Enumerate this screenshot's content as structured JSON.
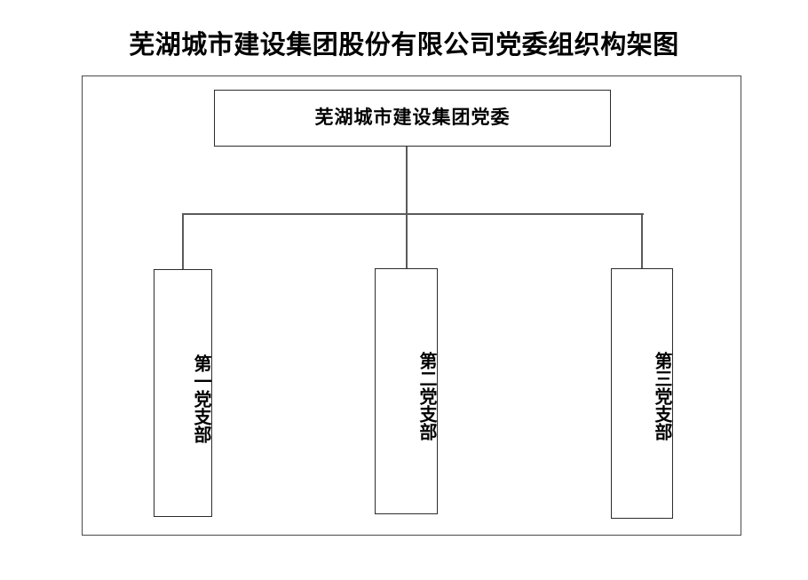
{
  "document": {
    "title": "芜湖城市建设集团股份有限公司党委组织构架图"
  },
  "org_chart": {
    "root": {
      "label": "芜湖城市建设集团党委"
    },
    "branches": [
      {
        "label": "第一党支部"
      },
      {
        "label": "第二党支部"
      },
      {
        "label": "第三党支部"
      }
    ]
  },
  "colors": {
    "text": "#000000",
    "box_border": "#2c2c2c",
    "frame_border": "#4a4a4a",
    "connector": "#5a5a5a",
    "background": "#ffffff"
  }
}
